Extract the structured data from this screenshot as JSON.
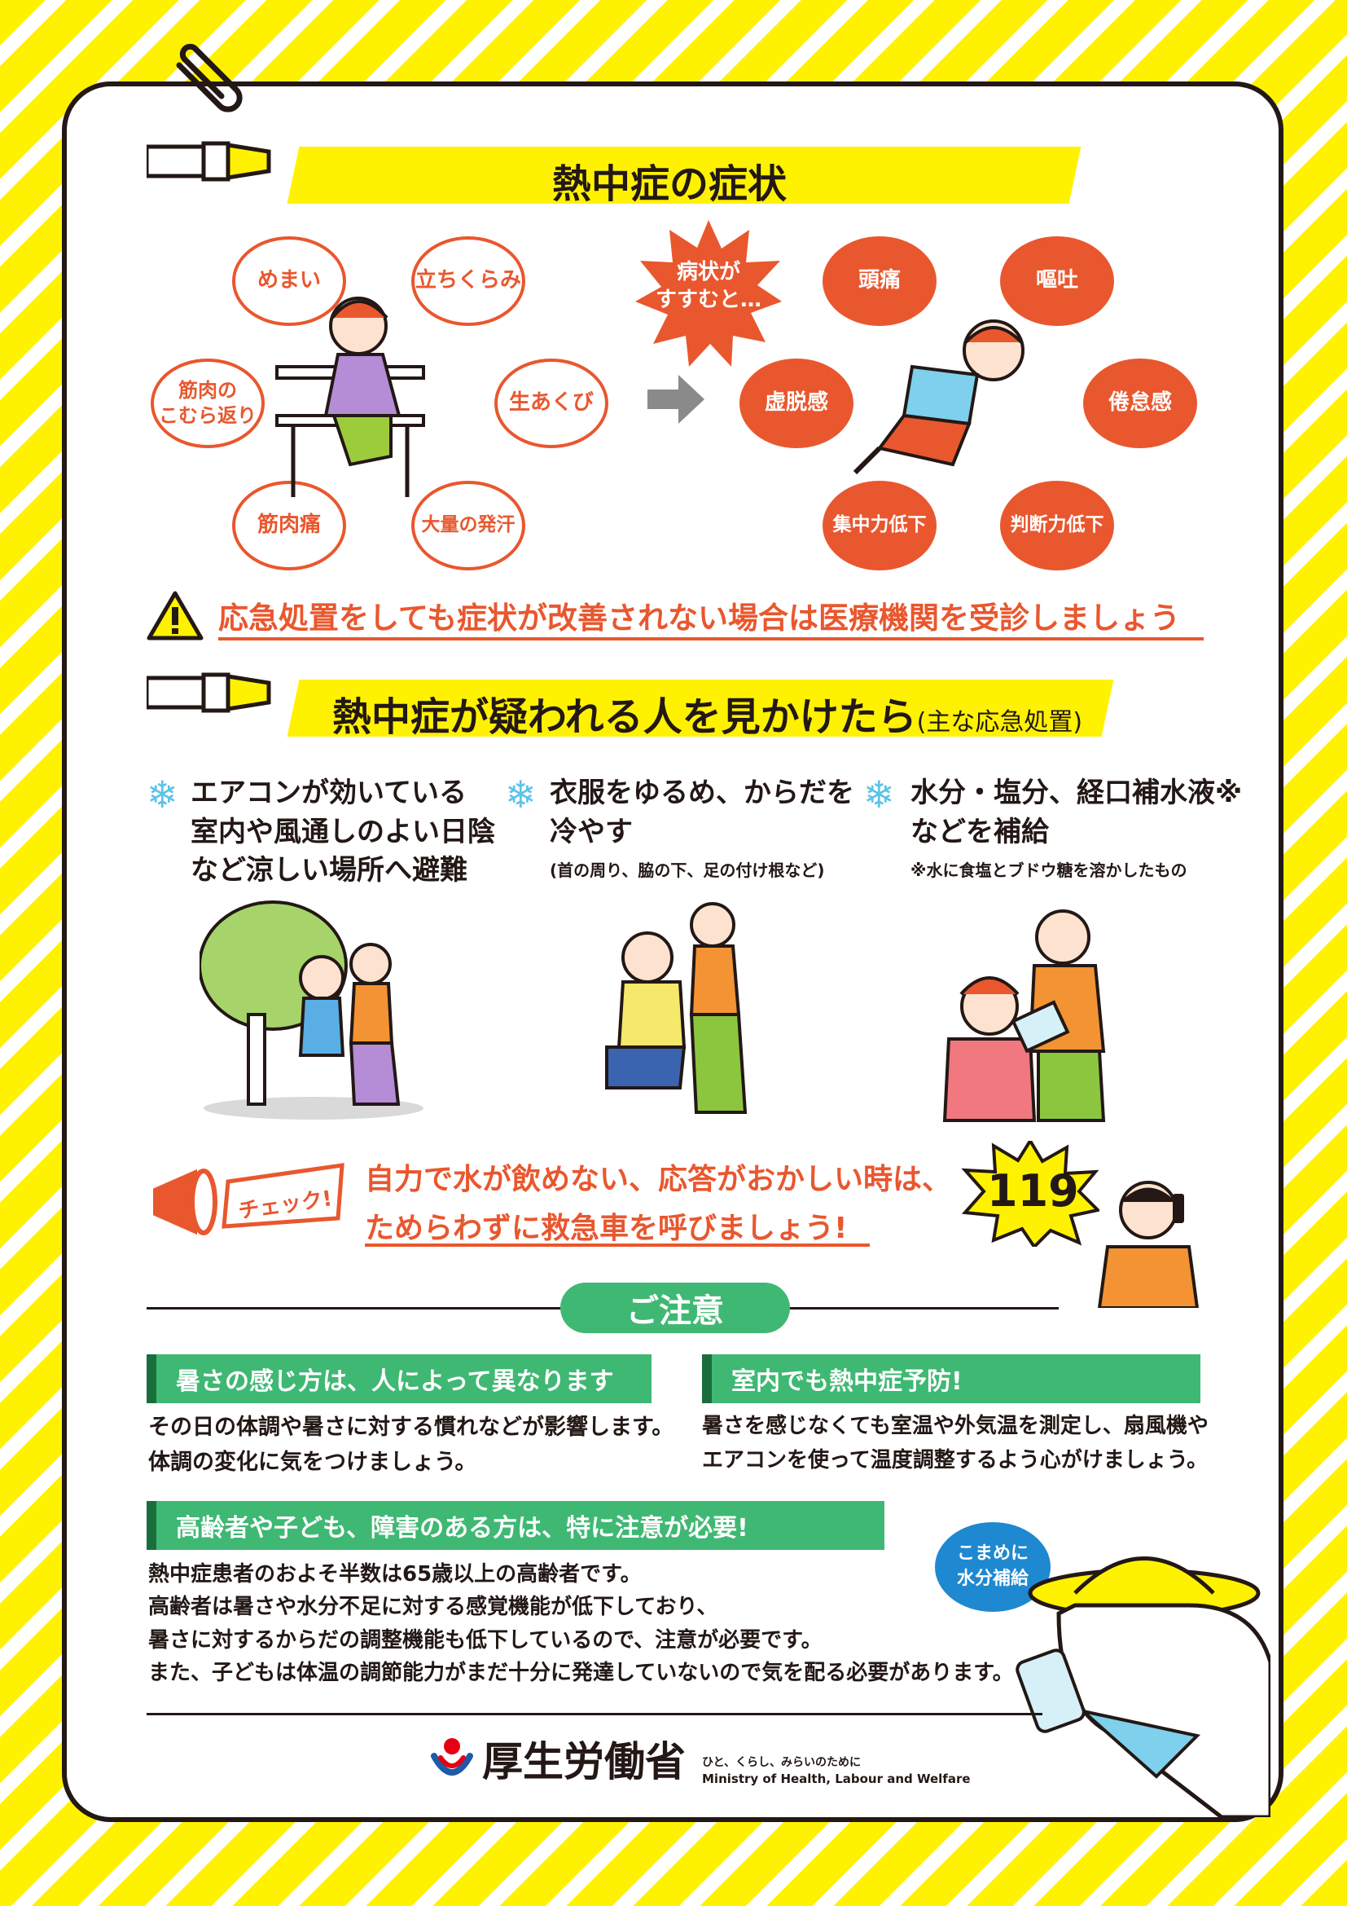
{
  "symptoms": {
    "title": "熱中症の症状",
    "early": [
      "めまい",
      "立ちくらみ",
      "筋肉の\nこむら返り",
      "生あくび",
      "筋肉痛",
      "大量の発汗"
    ],
    "progress_label": "病状が\nすすむと…",
    "severe": [
      "頭痛",
      "嘔吐",
      "虚脱感",
      "倦怠感",
      "集中力低下",
      "判断力低下"
    ],
    "warning": "応急処置をしても症状が改善されない場合は医療機関を受診しましょう"
  },
  "first_aid": {
    "title_main": "熱中症が疑われる人を見かけたら",
    "title_sub": "(主な応急処置)",
    "steps": [
      {
        "text": "エアコンが効いている\n室内や風通しのよい日陰\nなど涼しい場所へ避難",
        "note": ""
      },
      {
        "text": "衣服をゆるめ、からだを\n冷やす",
        "note": "(首の周り、脇の下、足の付け根など)"
      },
      {
        "text": "水分・塩分、経口補水液※\nなどを補給",
        "note": "※水に食塩とブドウ糖を溶かしたもの"
      }
    ],
    "check_label": "チェック!",
    "check_line1": "自力で水が飲めない、応答がおかしい時は、",
    "check_line2": "ためらわずに救急車を呼びましょう!",
    "emergency_number": "119"
  },
  "caution": {
    "title": "ご注意",
    "items": [
      {
        "heading": "暑さの感じ方は、人によって異なります",
        "body": "その日の体調や暑さに対する慣れなどが影響します。\n体調の変化に気をつけましょう。"
      },
      {
        "heading": "室内でも熱中症予防!",
        "body": "暑さを感じなくても室温や外気温を測定し、扇風機や\nエアコンを使って温度調整するよう心がけましょう。"
      },
      {
        "heading": "高齢者や子ども、障害のある方は、特に注意が必要!",
        "body": "熱中症患者のおよそ半数は65歳以上の高齢者です。\n高齢者は暑さや水分不足に対する感覚機能が低下しており、\n暑さに対するからだの調整機能も低下しているので、注意が必要です。\nまた、子どもは体温の調節能力がまだ十分に発達していないので気を配る必要があります。"
      }
    ],
    "bear_bubble": "こまめに\n水分補給"
  },
  "footer": {
    "org_name": "厚生労働省",
    "tagline": "ひと、くらし、みらいのために",
    "org_name_en": "Ministry of Health, Labour and Welfare"
  }
}
